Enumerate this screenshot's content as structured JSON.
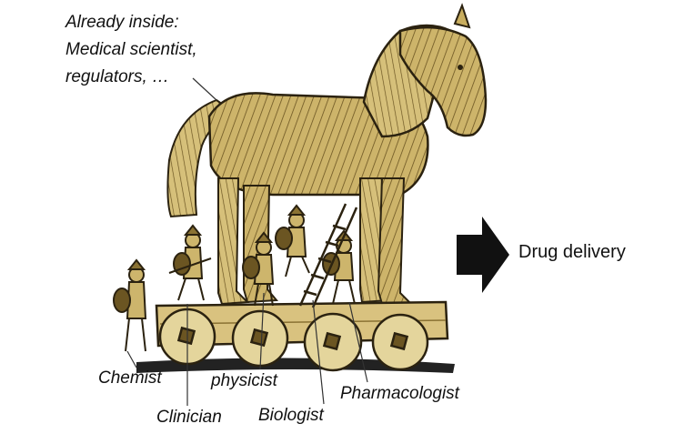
{
  "note": {
    "line1": "Already inside:",
    "line2": "Medical scientist,",
    "line3": "regulators, …"
  },
  "roles": {
    "chemist": "Chemist",
    "clinician": "Clinician",
    "physicist": "physicist",
    "biologist": "Biologist",
    "pharmacologist": "Pharmacologist"
  },
  "destination": "Drug delivery",
  "colors": {
    "wood_light": "#d8c27a",
    "wood_mid": "#b39a4c",
    "wood_dark": "#3a2e14",
    "arrow": "#111111",
    "ground": "#222222"
  }
}
